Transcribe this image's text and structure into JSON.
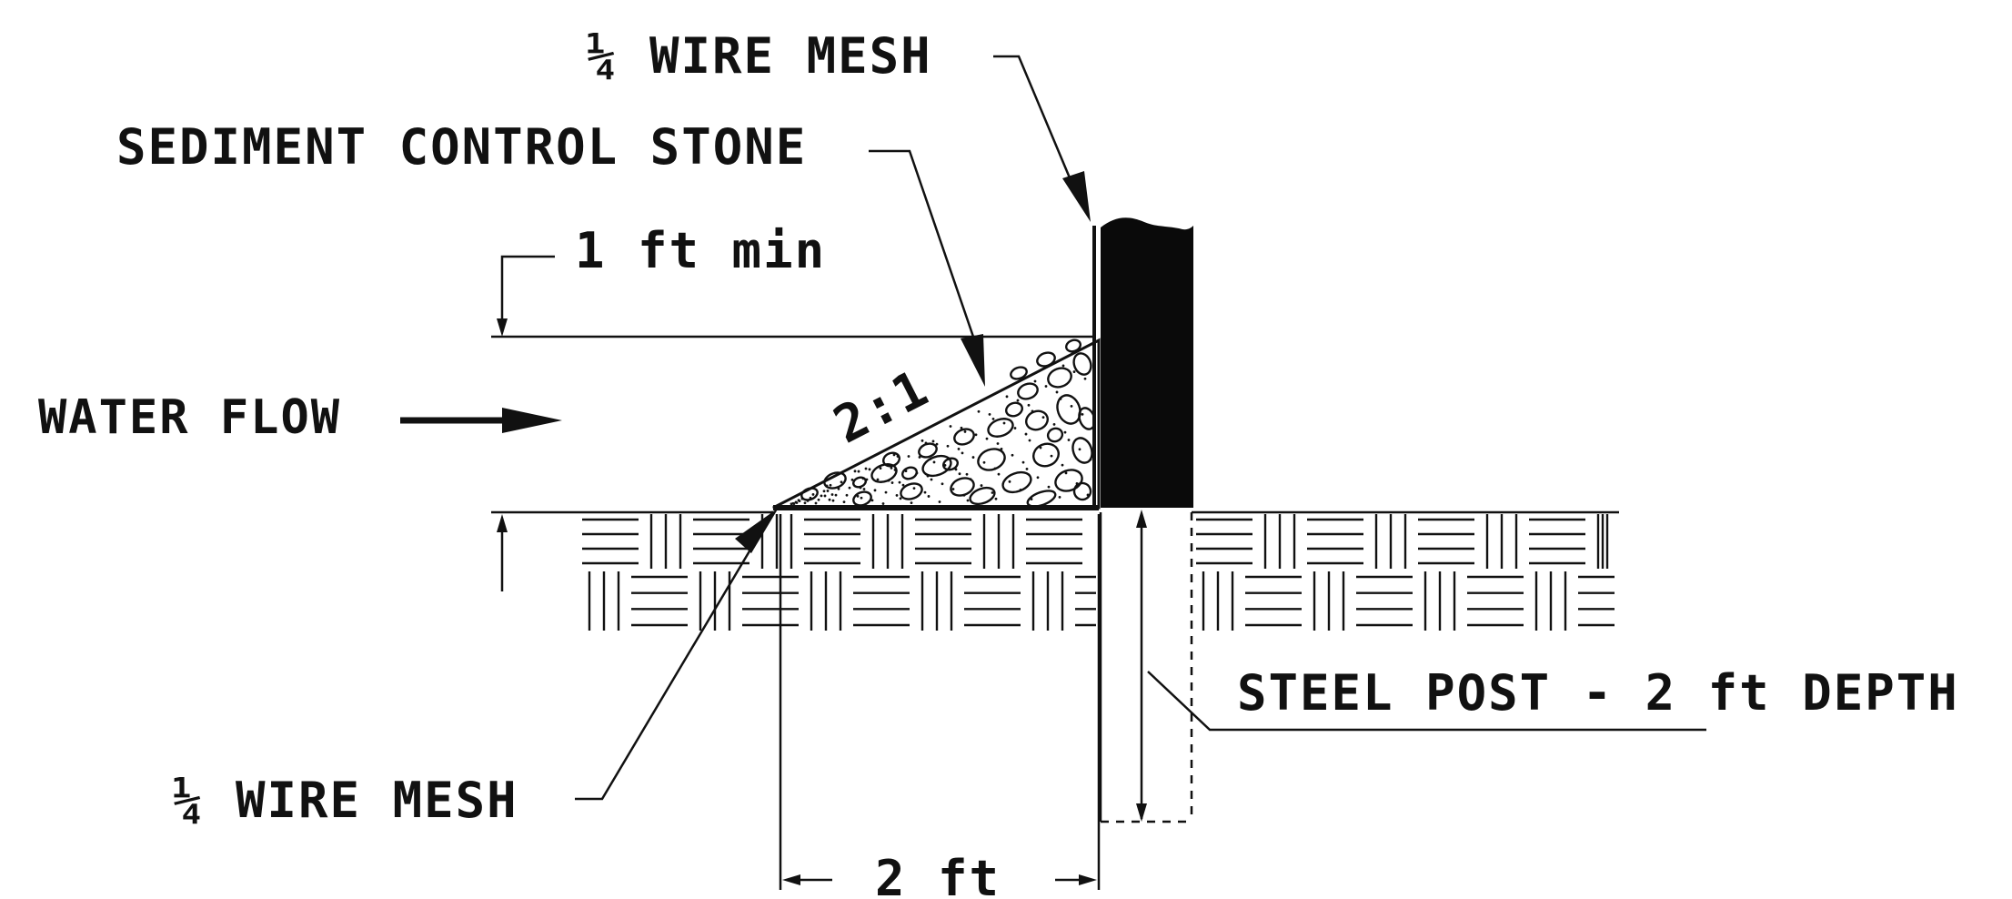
{
  "labels": {
    "wire_mesh_top": "¼ WIRE MESH",
    "sediment_stone": "SEDIMENT CONTROL STONE",
    "height_dim": "1 ft min",
    "water_flow": "WATER FLOW",
    "slope": "2:1",
    "steel_post": "STEEL POST - 2 ft DEPTH",
    "wire_mesh_bottom": "¼ WIRE MESH",
    "width_dim": "2 ft"
  },
  "colors": {
    "line": "#111111",
    "background": "#ffffff"
  },
  "icons": {
    "flow_arrow": "arrow-right-icon"
  }
}
